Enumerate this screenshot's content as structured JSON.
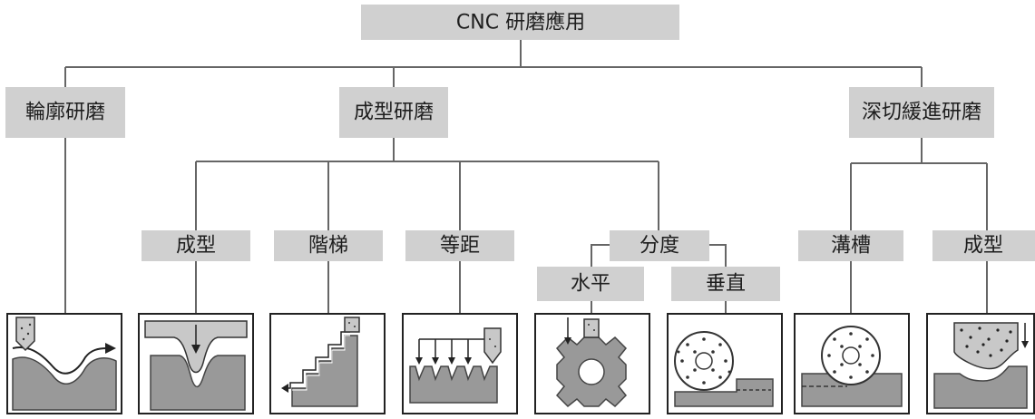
{
  "root": {
    "label": "CNC 研磨應用"
  },
  "categories": [
    {
      "label": "輪廓研磨"
    },
    {
      "label": "成型研磨"
    },
    {
      "label": "深切緩進研磨"
    }
  ],
  "subtypes": {
    "forming": "成型",
    "step": "階梯",
    "pitch": "等距",
    "indexing": "分度",
    "horizontal": "水平",
    "vertical": "垂直",
    "slot": "溝槽",
    "creep_forming": "成型"
  },
  "colors": {
    "label_fill": "#d0d0d0",
    "connector": "#666666",
    "workpiece": "#999999",
    "wheel": "#c8c8c8"
  }
}
